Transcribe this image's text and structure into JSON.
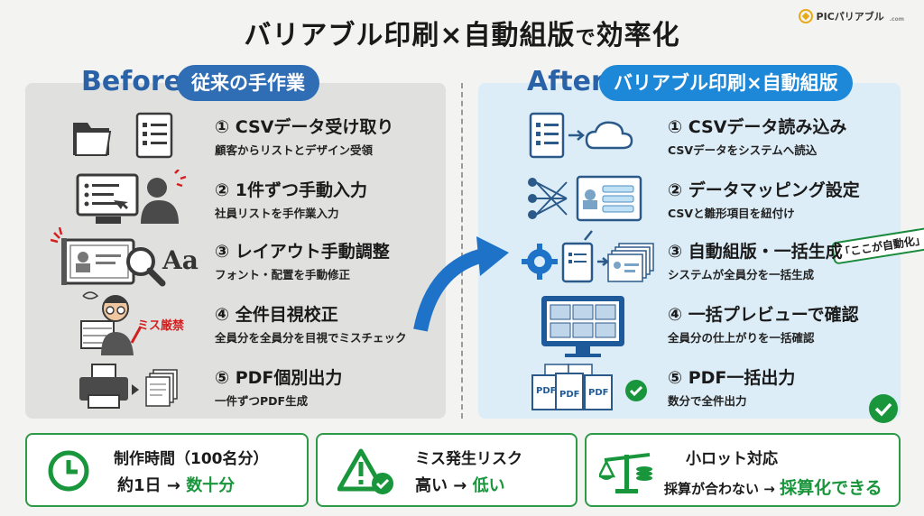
{
  "title": {
    "part1": "バリアブル印刷×自動組版",
    "part2": "で",
    "part3": "効率化"
  },
  "logo": {
    "text": "PICパリアブル",
    "sub": ".com"
  },
  "before": {
    "en": "Before",
    "ja": "従来の手作業",
    "steps": [
      {
        "num": "①",
        "title": "CSVデータ受け取り",
        "desc": "顧客からリストとデザイン受領"
      },
      {
        "num": "②",
        "title": "1件ずつ手動入力",
        "desc": "社員リストを手作業入力"
      },
      {
        "num": "③",
        "title": "レイアウト手動調整",
        "desc": "フォント・配置を手動修正"
      },
      {
        "num": "④",
        "title": "全件目視校正",
        "desc": "全員分を全員分を目視でミスチェック"
      },
      {
        "num": "⑤",
        "title": "PDF個別出力",
        "desc": "一件ずつPDF生成"
      }
    ],
    "callout": "ミス厳禁",
    "font_sample": "Aa"
  },
  "after": {
    "en": "After",
    "ja": "バリアブル印刷×自動組版",
    "steps": [
      {
        "num": "①",
        "title": "CSVデータ読み込み",
        "desc": "CSVデータをシステムへ読込"
      },
      {
        "num": "②",
        "title": "データマッピング設定",
        "desc": "CSVと雛形項目を紐付け"
      },
      {
        "num": "③",
        "title": "自動組版・一括生成",
        "desc": "システムが全員分を一括生成"
      },
      {
        "num": "④",
        "title": "一括プレビューで確認",
        "desc": "全員分の仕上がりを一括確認"
      },
      {
        "num": "⑤",
        "title": "PDF一括出力",
        "desc": "数分で全件出力"
      }
    ],
    "badge": "「ここが自動化」",
    "pdf_label": "PDF"
  },
  "bottom": [
    {
      "label": "制作時間（100名分）",
      "before": "約1日",
      "arrow": "→",
      "after": "数十分"
    },
    {
      "label": "ミス発生リスク",
      "before": "高い",
      "arrow": "→",
      "after": "低い"
    },
    {
      "label": "小ロット対応",
      "before": "採算が合わない",
      "arrow": "→",
      "after": "採算化できる"
    }
  ],
  "colors": {
    "accent_blue": "#2f6db5",
    "accent_green": "#19963c",
    "alert_red": "#d32020"
  }
}
